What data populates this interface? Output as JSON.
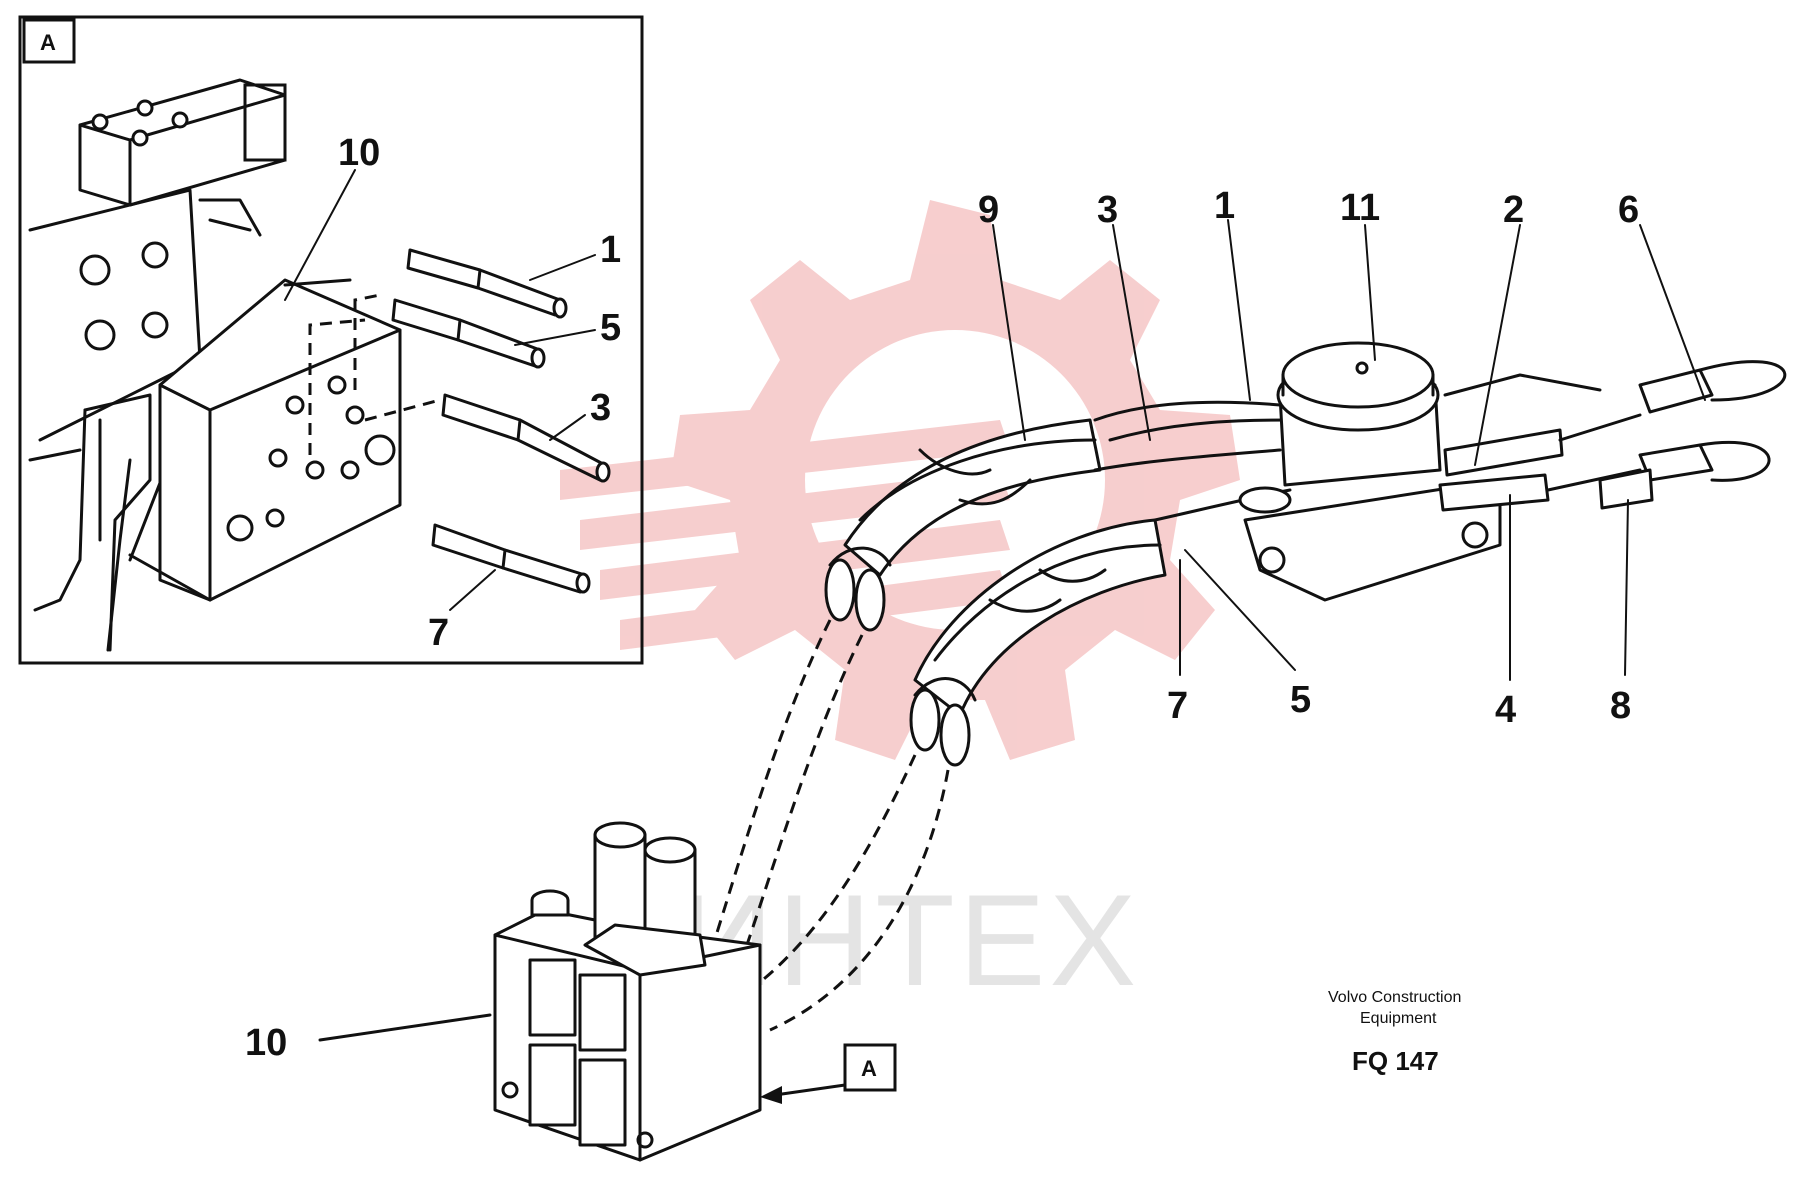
{
  "detail_view": {
    "letter": "A"
  },
  "callouts": [
    {
      "id": "detail-10",
      "text": "10"
    },
    {
      "id": "detail-1",
      "text": "1"
    },
    {
      "id": "detail-5",
      "text": "5"
    },
    {
      "id": "detail-3",
      "text": "3"
    },
    {
      "id": "detail-7",
      "text": "7"
    },
    {
      "id": "main-9",
      "text": "9"
    },
    {
      "id": "main-3",
      "text": "3"
    },
    {
      "id": "main-1",
      "text": "1"
    },
    {
      "id": "main-11",
      "text": "11"
    },
    {
      "id": "main-2",
      "text": "2"
    },
    {
      "id": "main-6",
      "text": "6"
    },
    {
      "id": "main-7",
      "text": "7"
    },
    {
      "id": "main-5",
      "text": "5"
    },
    {
      "id": "main-4",
      "text": "4"
    },
    {
      "id": "main-8",
      "text": "8"
    },
    {
      "id": "main-10",
      "text": "10"
    }
  ],
  "view_reference": {
    "letter": "A"
  },
  "watermark": {
    "text": "ИНТЕХ",
    "color": "#f6c9c9"
  },
  "caption": {
    "line1": "Volvo Construction",
    "line2": "Equipment",
    "code": "FQ 147"
  }
}
